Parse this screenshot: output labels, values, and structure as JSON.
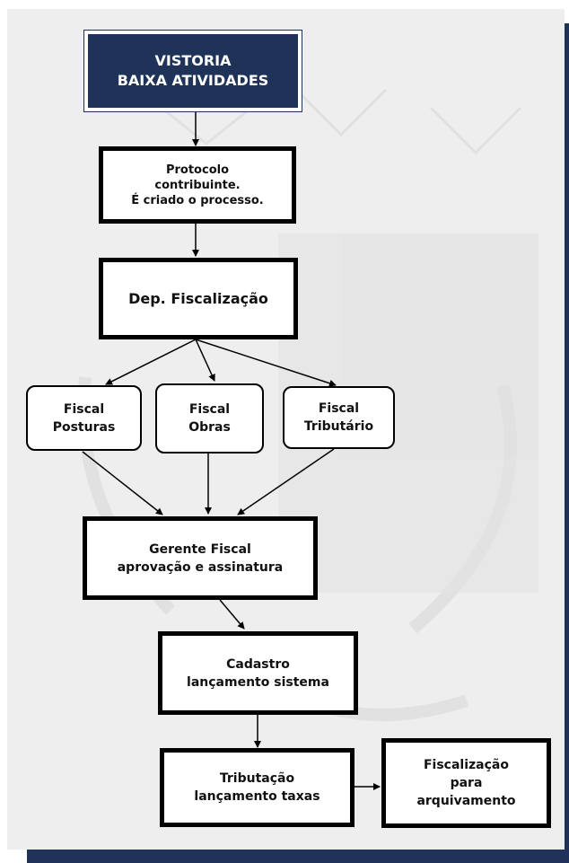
{
  "colors": {
    "navy": "#1f3358",
    "panel": "#eeeeee",
    "stroke": "#000000",
    "watermark": "#dcdcdc"
  },
  "nodes": {
    "vistoria": "VISTORIA\nBAIXA ATIVIDADES",
    "protocolo": "Protocolo\ncontribuinte.\nÉ criado o processo.",
    "dep_fiscalizacao": "Dep. Fiscalização",
    "fiscal_posturas": "Fiscal\nPosturas",
    "fiscal_obras": "Fiscal\nObras",
    "fiscal_tributario": "Fiscal\nTributário",
    "gerente_fiscal": "Gerente Fiscal\naprovação e assinatura",
    "cadastro": "Cadastro\nlançamento sistema",
    "tributacao": "Tributação\nlançamento taxas",
    "fiscalizacao_arquivamento": "Fiscalização\npara\narquivamento"
  },
  "edges": [
    [
      "vistoria",
      "protocolo"
    ],
    [
      "protocolo",
      "dep_fiscalizacao"
    ],
    [
      "dep_fiscalizacao",
      "fiscal_posturas"
    ],
    [
      "dep_fiscalizacao",
      "fiscal_obras"
    ],
    [
      "dep_fiscalizacao",
      "fiscal_tributario"
    ],
    [
      "fiscal_posturas",
      "gerente_fiscal"
    ],
    [
      "fiscal_obras",
      "gerente_fiscal"
    ],
    [
      "fiscal_tributario",
      "gerente_fiscal"
    ],
    [
      "gerente_fiscal",
      "cadastro"
    ],
    [
      "cadastro",
      "tributacao"
    ],
    [
      "tributacao",
      "fiscalizacao_arquivamento"
    ]
  ]
}
